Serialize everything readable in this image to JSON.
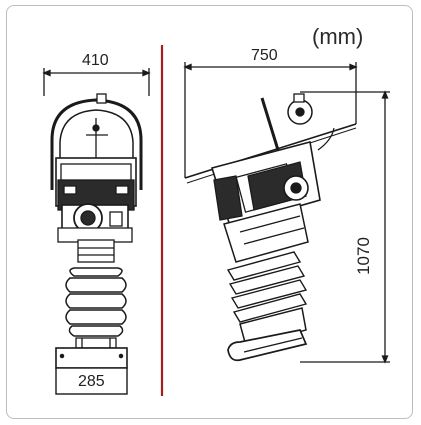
{
  "unit_label": "(mm)",
  "front_view": {
    "width_label": "410",
    "base_label": "285"
  },
  "side_view": {
    "length_label": "750",
    "height_label": "1070"
  },
  "colors": {
    "divider": "#a61e1e",
    "stroke": "#1a1a1a",
    "frame": "#bdbdbd"
  },
  "icons": [
    "rammer-front-view",
    "rammer-side-view"
  ]
}
